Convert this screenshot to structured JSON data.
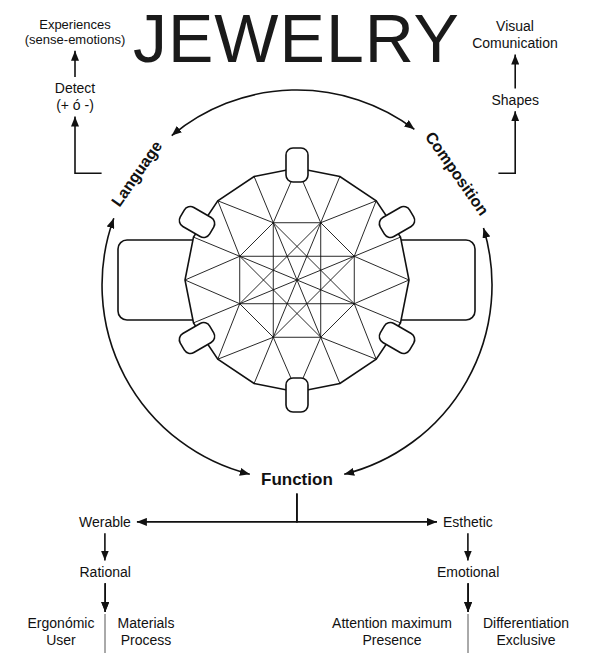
{
  "diagram": {
    "title": "JEWELRY",
    "nodes": [
      {
        "text": [
          "Experiences (sense-emotions)"
        ]
      },
      {
        "text": [
          "Visual Comunication"
        ]
      },
      {
        "text": [
          "Detect (+ ó -)"
        ]
      },
      {
        "text": [
          "Shapes"
        ]
      },
      {
        "text": [
          "Language"
        ]
      },
      {
        "text": [
          "Composition"
        ]
      },
      {
        "text": [
          "Function"
        ]
      },
      {
        "text": [
          "Werable"
        ]
      },
      {
        "text": [
          "Esthetic"
        ]
      },
      {
        "text": [
          "Rational"
        ]
      },
      {
        "text": [
          "Emotional"
        ]
      },
      {
        "text": [
          "Ergonómic User"
        ]
      },
      {
        "text": [
          "Materials Process"
        ]
      },
      {
        "text": [
          "Attention maximum Presence"
        ]
      },
      {
        "text": [
          "Differentiation Exclusive"
        ]
      }
    ],
    "edges": [
      {
        "from": 2,
        "to": 0,
        "arrow": "to"
      },
      {
        "from": 4,
        "to": 2,
        "arrow": "to"
      },
      {
        "from": 3,
        "to": 1,
        "arrow": "to"
      },
      {
        "from": 5,
        "to": 3,
        "arrow": "to"
      },
      {
        "from": 4,
        "to": 5,
        "arrow": "both"
      },
      {
        "from": 5,
        "to": 6,
        "arrow": "both"
      },
      {
        "from": 4,
        "to": 6,
        "arrow": "both"
      },
      {
        "from": 6,
        "to": 7,
        "arrow": "to"
      },
      {
        "from": 6,
        "to": 8,
        "arrow": "to"
      },
      {
        "from": 7,
        "to": 9,
        "arrow": "to"
      },
      {
        "from": 8,
        "to": 10,
        "arrow": "to"
      },
      {
        "from": 9,
        "to": 11,
        "arrow": "to"
      },
      {
        "from": 9,
        "to": 12,
        "arrow": "to"
      },
      {
        "from": 10,
        "to": 13,
        "arrow": "to"
      },
      {
        "from": 10,
        "to": 14,
        "arrow": "to"
      }
    ]
  }
}
